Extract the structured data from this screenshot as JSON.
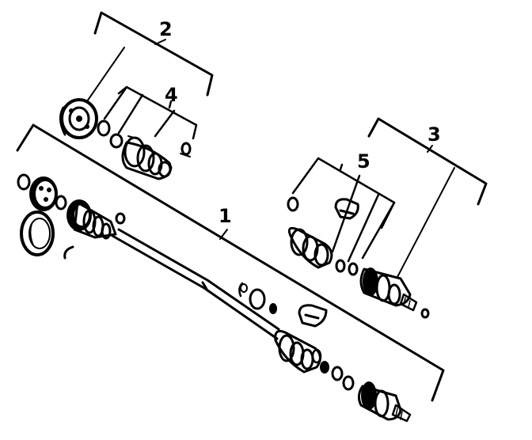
{
  "callouts": {
    "c1": "1",
    "c2": "2",
    "c3": "3",
    "c4": "4",
    "c5": "5"
  },
  "icons": [
    "axle-shaft-icon",
    "cv-joint-icon",
    "cv-boot-icon",
    "boot-clamp-icon",
    "snap-ring-icon",
    "dust-shield-icon",
    "boot-kit-icon"
  ],
  "colors": {
    "ink": "#000000",
    "background": "#ffffff"
  }
}
